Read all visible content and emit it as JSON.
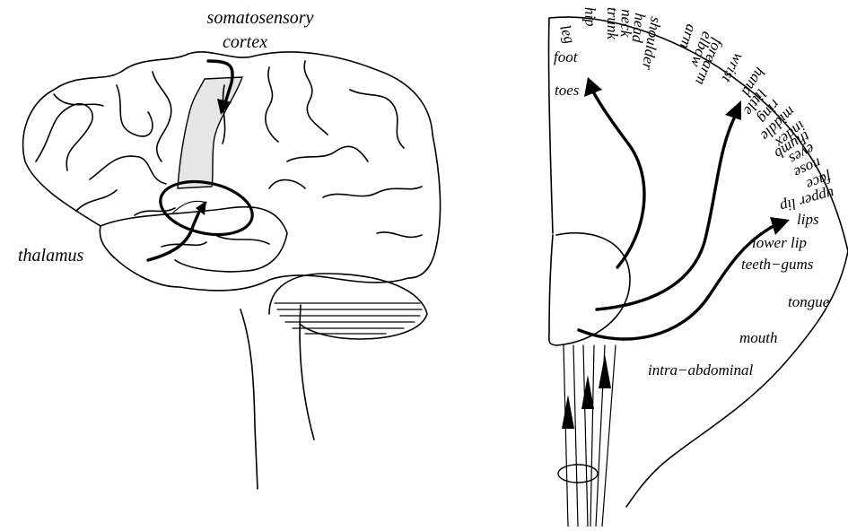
{
  "left_panel": {
    "cortex_label_line1": "somatosensory",
    "cortex_label_line2": "cortex",
    "thalamus_label": "thalamus"
  },
  "homunculus": {
    "labels": [
      "leg",
      "hip",
      "trunk",
      "neck",
      "head",
      "shoulder",
      "arm",
      "elbow",
      "forearm",
      "wrist",
      "hand",
      "little",
      "ring",
      "middle",
      "index",
      "thumb",
      "eyes",
      "nose",
      "face",
      "upper lip",
      "lips",
      "lower lip",
      "teeth−gums",
      "tongue",
      "mouth",
      "foot",
      "toes",
      "intra−abdominal"
    ]
  },
  "colors": {
    "ink": "#000000",
    "cortex_strip": "#e6e6e6",
    "background": "#ffffff"
  }
}
